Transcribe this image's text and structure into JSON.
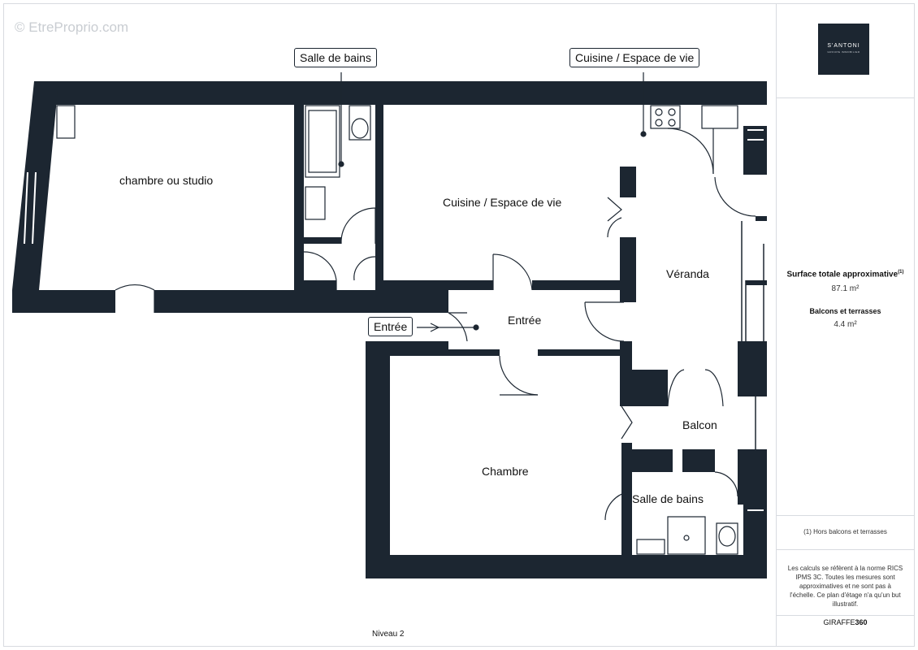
{
  "watermark": "© EtreProprio.com",
  "logo": {
    "name": "S'ANTONI",
    "tagline": "GROUPE IMMOBILIER"
  },
  "rooms": {
    "studio": "chambre ou studio",
    "cuisine": "Cuisine / Espace de vie",
    "veranda": "Véranda",
    "entree": "Entrée",
    "chambre": "Chambre",
    "balcon": "Balcon",
    "sdb2": "Salle de bains"
  },
  "callouts": {
    "sdb": "Salle de bains",
    "cuisine": "Cuisine / Espace de vie",
    "entree": "Entrée"
  },
  "level": "Niveau 2",
  "summary": {
    "surface_label": "Surface totale approximative",
    "surface_note_mark": "(1)",
    "surface_value": "87.1 m²",
    "balcony_label": "Balcons et terrasses",
    "balcony_value": "4.4 m²"
  },
  "footnote": "(1) Hors balcons et terrasses",
  "disclaimer": "Les calculs se réfèrent à la norme RICS IPMS 3C. Toutes les mesures sont approximatives et ne sont pas à l'échelle. Ce plan d'étage n'a qu'un but illustratif.",
  "brand": {
    "part1": "GIRAFFE",
    "part2": "360"
  },
  "colors": {
    "wall": "#1c2631",
    "text": "#111111",
    "border": "#d8dbe0"
  }
}
